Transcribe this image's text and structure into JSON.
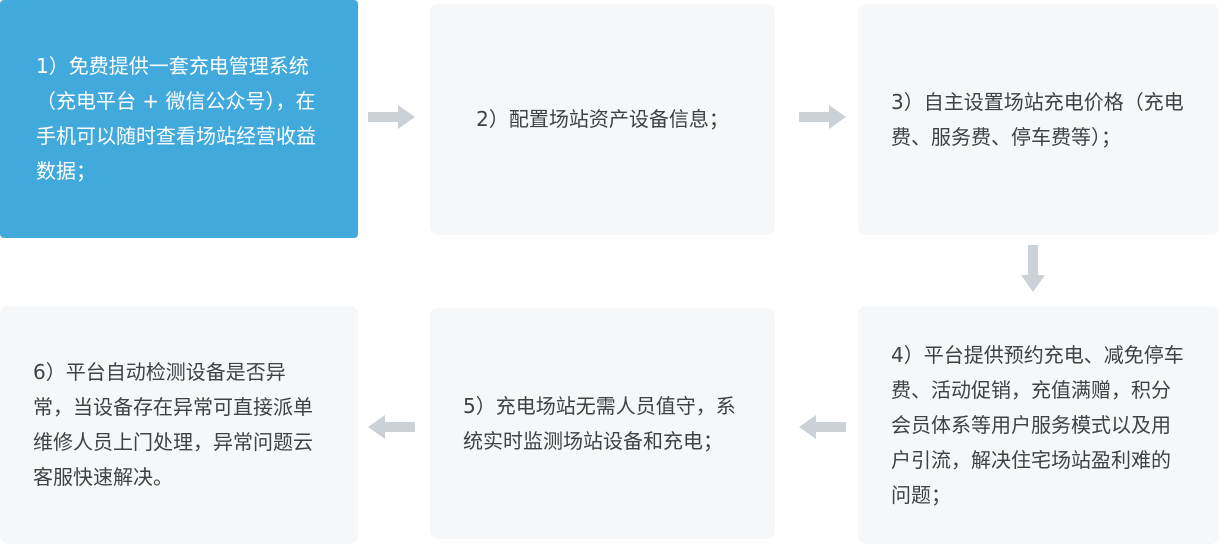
{
  "colors": {
    "accent": "#41A9DC",
    "accent_text": "#FFFFFF",
    "box_bg": "#F6F7F9",
    "arrow": "#CCD1D7",
    "text": "#3D4245"
  },
  "flow": {
    "steps": [
      {
        "id": 1,
        "highlighted": true,
        "text": "1）免费提供一套充电管理系统（充电平台 + 微信公众号），在手机可以随时查看场站经营收益数据；"
      },
      {
        "id": 2,
        "highlighted": false,
        "text": "2）配置场站资产设备信息；"
      },
      {
        "id": 3,
        "highlighted": false,
        "text": "3）自主设置场站充电价格（充电费、服务费、停车费等）；"
      },
      {
        "id": 4,
        "highlighted": false,
        "text": "4）平台提供预约充电、减免停车费、活动促销，充值满赠，积分会员体系等用户服务模式以及用户引流，解决住宅场站盈利难的问题；"
      },
      {
        "id": 5,
        "highlighted": false,
        "text": "5）充电场站无需人员值守，系统实时监测场站设备和充电；"
      },
      {
        "id": 6,
        "highlighted": false,
        "text": "6）平台自动检测设备是否异常，当设备存在异常可直接派单维修人员上门处理，异常问题云客服快速解决。"
      }
    ]
  }
}
